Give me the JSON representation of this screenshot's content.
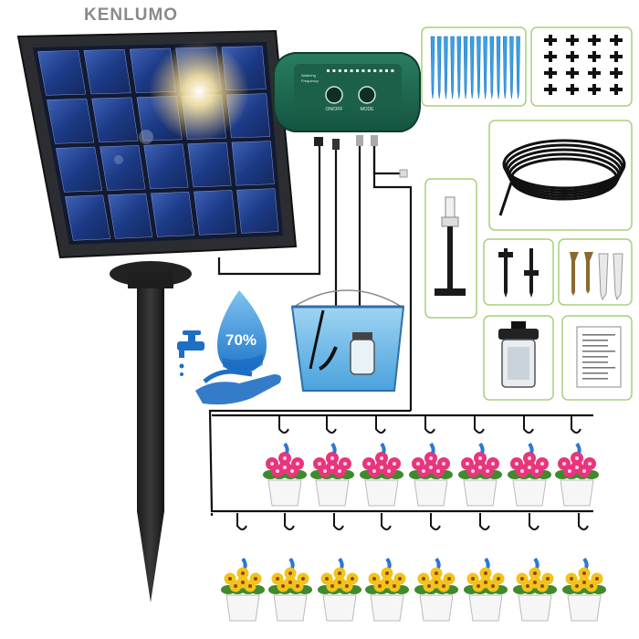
{
  "brand": {
    "name": "KENLUMO"
  },
  "controller": {
    "button_left_label": "ON/OFF",
    "button_right_label": "MODE",
    "header_left_label": "Watering",
    "header_left_sub": "Frequency"
  },
  "water_badge": {
    "percent": "70%"
  },
  "colors": {
    "panel_frame": "#2b2d30",
    "panel_cell": "#1f3f8c",
    "controller_green": "#1f6b52",
    "water_blue": "#3b8fd8",
    "tube": "#111111",
    "box_border": "#a9cf7a",
    "flower_pink": "#e8357c",
    "flower_yellow": "#f3c21b",
    "leaf_green": "#3f8a2c",
    "dripper_blue": "#2b78d1"
  },
  "icons": [
    "solar-panel-icon",
    "controller-icon",
    "water-drop-icon",
    "faucet-icon",
    "hand-icon",
    "flower-pot-icon",
    "stake-icon",
    "tee-connector-icon",
    "tube-coil-icon",
    "screw-icon",
    "anchor-icon",
    "filter-icon",
    "manual-icon"
  ]
}
